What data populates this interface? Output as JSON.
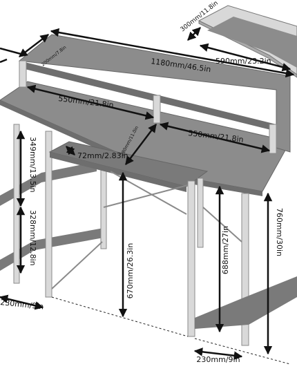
{
  "colors": {
    "top": "#8c8c8c",
    "top_dark": "#6e6e6e",
    "shelf": "#7a7a7a",
    "frame": "#d9d9d9",
    "frame_edge": "#8a8a8a",
    "arrow": "#111111"
  },
  "dimensions": {
    "total_width": "1180mm/46.5in",
    "riser_left_width": "550mm/21.8in",
    "riser_right_width": "550mm/21.8in",
    "riser_depth": "200mm/7.8in",
    "desk_depth": "280mm/11.0in",
    "keyboard_tray": "72mm/2.83in",
    "left_upper_shelf": "349mm/13.5in",
    "left_lower_shelf": "328mm/12.8in",
    "left_shelf_width": "230mm/9in",
    "clearance_height": "670mm/26.3in",
    "right_inner_height": "688mm/27in",
    "total_height": "760mm/30in",
    "right_shelf_width": "230mm/9in",
    "side_board_depth": "300mm/11.8in",
    "side_board_width": "590mm/23.2in"
  }
}
